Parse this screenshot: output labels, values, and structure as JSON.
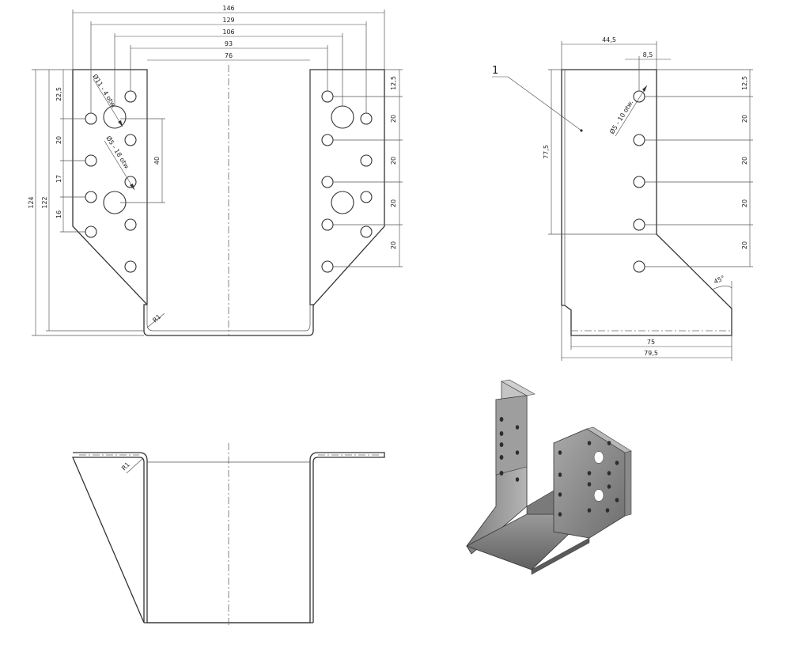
{
  "front_view": {
    "width_dims": [
      "146",
      "129",
      "106",
      "93",
      "76"
    ],
    "height_dims": [
      "124",
      "122"
    ],
    "left_spacing": [
      "22,5",
      "20",
      "17",
      "16"
    ],
    "center_dim": "40",
    "hole_large_label": "Ø11 - 4 otw.",
    "hole_small_label": "Ø5 - 18 otw.",
    "right_spacing": [
      "12,5",
      "20",
      "20",
      "20",
      "20"
    ],
    "radius_label": "R1"
  },
  "side_view": {
    "part_number": "1",
    "top_dims": [
      "44,5",
      "8,5"
    ],
    "height_dim": "77,5",
    "hole_label": "Ø5 - 10 otw.",
    "right_spacing": [
      "12,5",
      "20",
      "20",
      "20",
      "20"
    ],
    "angle_label": "45°",
    "bottom_dims": [
      "75",
      "79,5"
    ]
  },
  "top_view": {
    "radius_label": "R1"
  },
  "colors": {
    "line": "#333333",
    "render_metal": "#8c8c8c"
  }
}
